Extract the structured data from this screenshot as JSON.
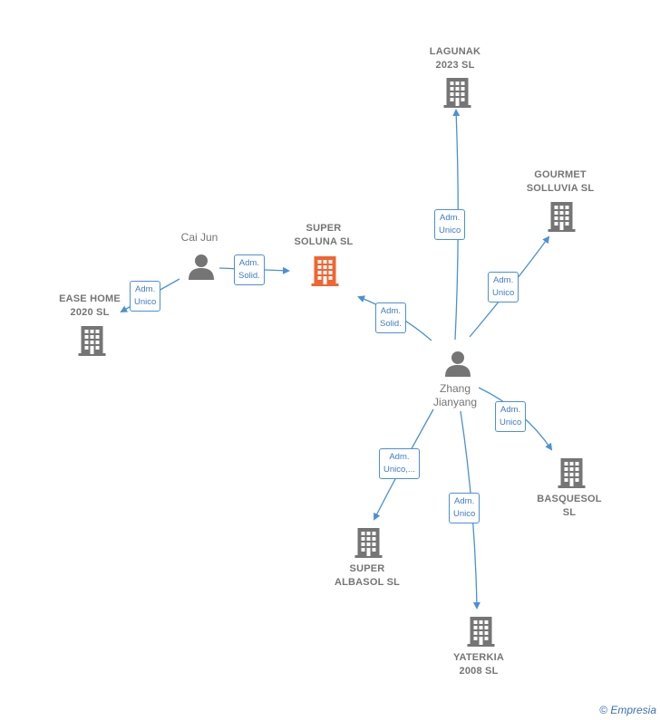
{
  "colors": {
    "edge": "#4a90d9",
    "node": "#757575",
    "focus": "#f26430",
    "label": "#3d7cc9"
  },
  "nodes": {
    "super_soluna": {
      "line1": "SUPER",
      "line2": "SOLUNA  SL",
      "icon": "building-icon"
    },
    "lagunak": {
      "line1": "LAGUNAK",
      "line2": "2023  SL",
      "icon": "building-icon"
    },
    "gourmet": {
      "line1": "GOURMET",
      "line2": "SOLLUVIA  SL",
      "icon": "building-icon"
    },
    "ease_home": {
      "line1": "EASE HOME",
      "line2": "2020  SL",
      "icon": "building-icon"
    },
    "basquesol": {
      "line1": "BASQUESOL",
      "line2": "SL",
      "icon": "building-icon"
    },
    "super_albasol": {
      "line1": "SUPER",
      "line2": "ALBASOL  SL",
      "icon": "building-icon"
    },
    "yaterkia": {
      "line1": "YATERKIA",
      "line2": "2008  SL",
      "icon": "building-icon"
    },
    "cai_jun": {
      "line1": "Cai Jun",
      "icon": "person-icon"
    },
    "zhang": {
      "line1": "Zhang",
      "line2": "Jianyang",
      "icon": "person-icon"
    }
  },
  "edges": {
    "cai_soluna": {
      "line1": "Adm.",
      "line2": "Solid."
    },
    "cai_ease": {
      "line1": "Adm.",
      "line2": "Unico"
    },
    "zhang_soluna": {
      "line1": "Adm.",
      "line2": "Solid."
    },
    "zhang_lagunak": {
      "line1": "Adm.",
      "line2": "Unico"
    },
    "zhang_gourmet": {
      "line1": "Adm.",
      "line2": "Unico"
    },
    "zhang_basquesol": {
      "line1": "Adm.",
      "line2": "Unico"
    },
    "zhang_albasol": {
      "line1": "Adm.",
      "line2": "Unico,..."
    },
    "zhang_yaterkia": {
      "line1": "Adm.",
      "line2": "Unico"
    }
  },
  "brand": {
    "copyright": "©",
    "name": "Empresia"
  }
}
